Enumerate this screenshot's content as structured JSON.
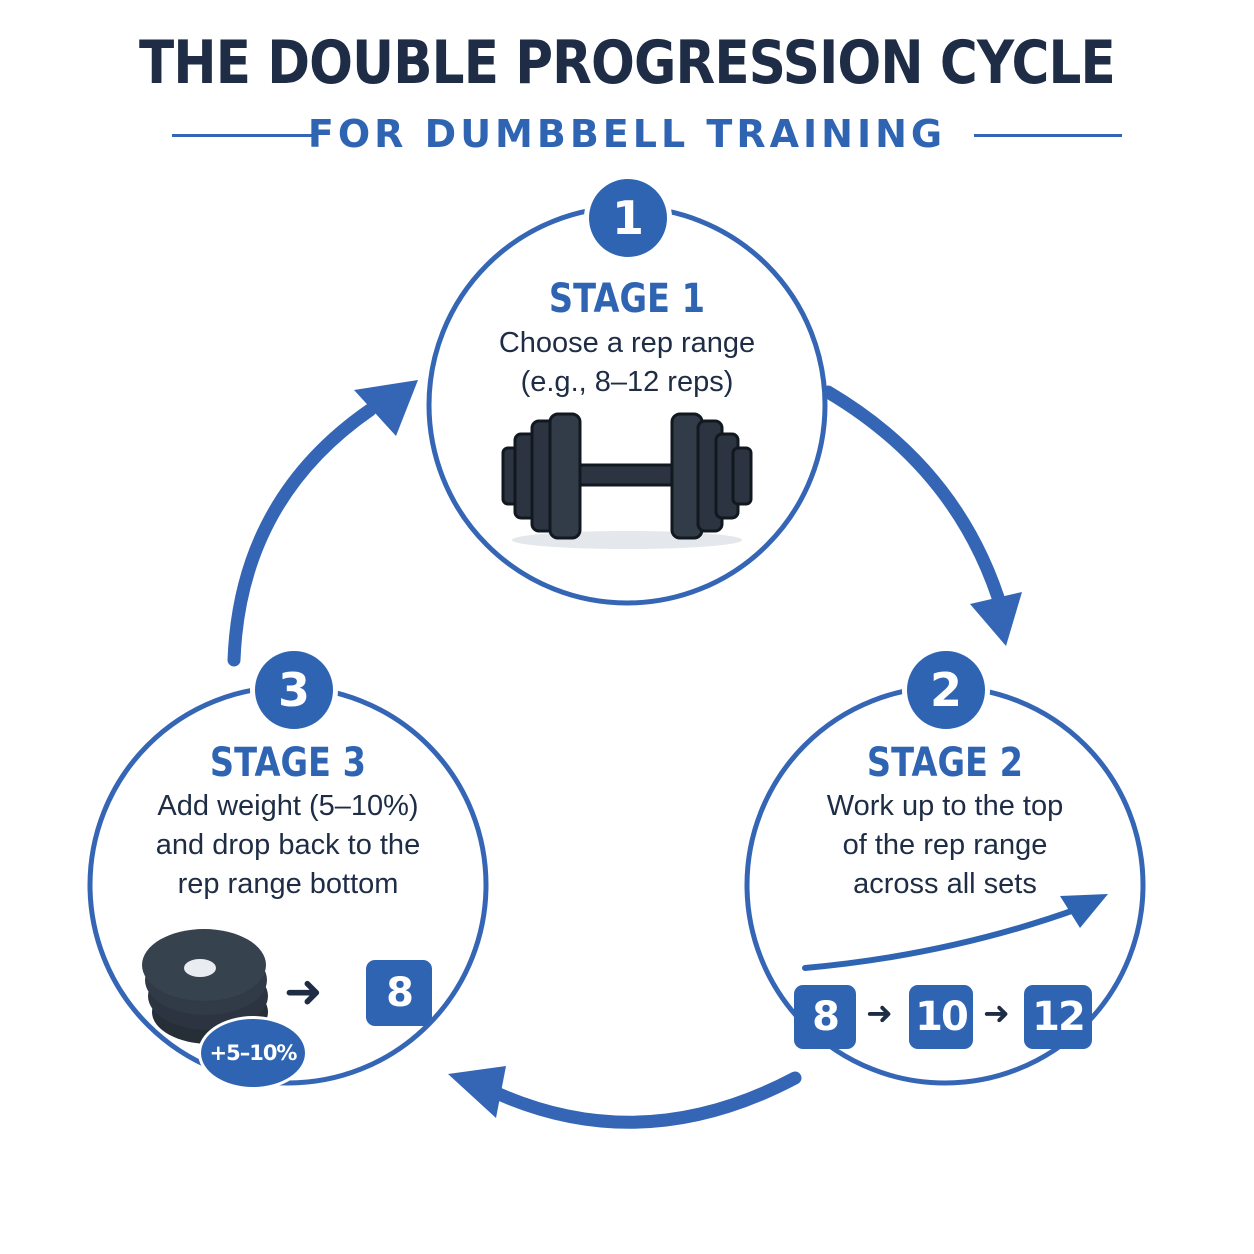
{
  "header": {
    "title": "THE DOUBLE PROGRESSION CYCLE",
    "subtitle": "FOR DUMBBELL TRAINING"
  },
  "colors": {
    "accent": "#2f64b3",
    "ring": "#3566b5",
    "text_dark": "#1e2d45",
    "equipment": "#2b3440"
  },
  "stages": [
    {
      "number": "1",
      "heading": "STAGE 1",
      "lines": [
        "Choose a rep range",
        "(e.g., 8–12 reps)"
      ],
      "icon": "dumbbell-icon"
    },
    {
      "number": "2",
      "heading": "STAGE 2",
      "lines": [
        "Work up to the top",
        "of the rep range",
        "across all sets"
      ],
      "icon": "rising-arrow-icon",
      "reps": [
        "8",
        "10",
        "12"
      ]
    },
    {
      "number": "3",
      "heading": "STAGE 3",
      "lines": [
        "Add weight (5–10%)",
        "and drop back to the",
        "rep range bottom"
      ],
      "icon": "weight-plates-icon",
      "badge": "+5–10%",
      "target_rep": "8"
    }
  ],
  "cycle_arrows": [
    "stage-1-to-stage-2",
    "stage-2-to-stage-3",
    "stage-3-to-stage-1"
  ]
}
